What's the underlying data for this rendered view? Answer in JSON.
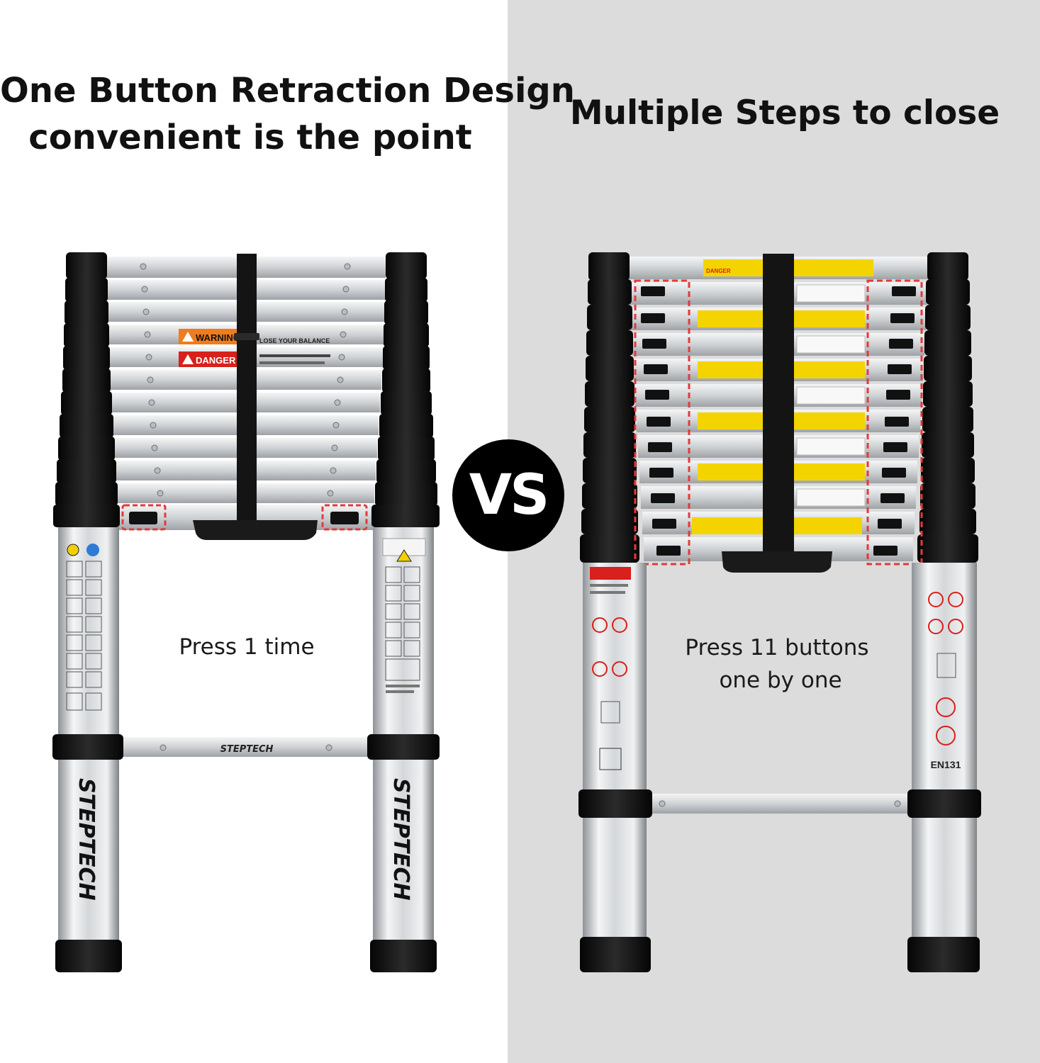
{
  "left": {
    "title_line_1": "One Button Retraction Design",
    "title_line_2": "convenient is the point",
    "caption": "Press 1 time",
    "brand_text": "STEPTECH",
    "warning_label": "WARNING",
    "warning_text": "LOSE YOUR BALANCE",
    "danger_label": "DANGER"
  },
  "right": {
    "title": "Multiple Steps to close",
    "caption_line_1": "Press 11 buttons",
    "caption_line_2": "one by one",
    "danger_label": "DANGER",
    "standard_label": "EN131"
  },
  "badge": {
    "text": "VS"
  },
  "colors": {
    "right_background": "#dcdcdc",
    "highlight_dash": "#e23a3a",
    "warning_yellow": "#f4d400",
    "warning_orange": "#e8501e",
    "danger_red": "#d8201c"
  }
}
